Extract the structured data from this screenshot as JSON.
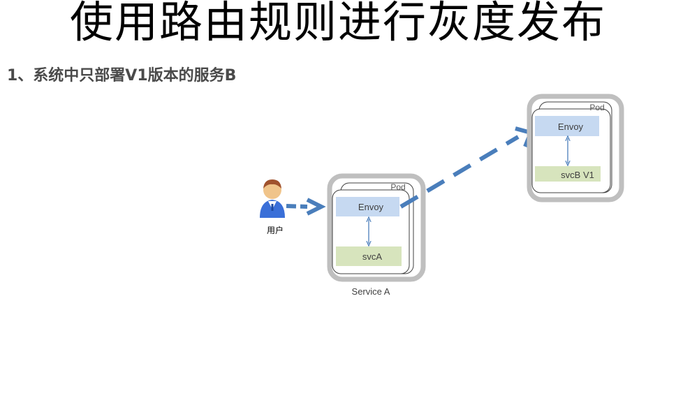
{
  "page": {
    "title": "使用路由规则进行灰度发布",
    "subtitle": "1、系统中只部署V1版本的服务B"
  },
  "user": {
    "label": "用户"
  },
  "pod_a": {
    "pod_label": "Pod",
    "envoy_label": "Envoy",
    "svc_label": "svcA",
    "service_label": "Service A"
  },
  "pod_b": {
    "pod_label": "Pod",
    "envoy_label": "Envoy",
    "svc_label": "svcB V1"
  },
  "colors": {
    "arrow": "#4a7ebb",
    "envoy_fill": "#c6d9f1",
    "svc_fill": "#d7e4bd",
    "pod_border": "#bfbfbf",
    "user_body": "#3a6fd8",
    "user_face": "#f0c48a",
    "user_hair": "#a0522d"
  }
}
